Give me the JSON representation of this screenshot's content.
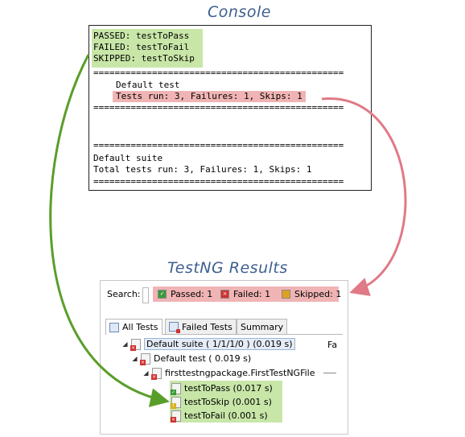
{
  "headings": {
    "console": "Console",
    "results": "TestNG Results"
  },
  "console": {
    "status_lines": [
      "PASSED: testToPass",
      "FAILED: testToFail",
      "SKIPPED: testToSkip"
    ],
    "separator": "===============================================",
    "default_test": "Default test",
    "tests_run": "Tests run: 3, Failures: 1, Skips: 1",
    "default_suite": "Default suite",
    "total_tests_run": "Total tests run: 3, Failures: 1, Skips: 1"
  },
  "results": {
    "search_label": "Search:",
    "summary": {
      "passed": "Passed: 1",
      "failed": "Failed: 1",
      "skipped": "Skipped: 1"
    },
    "tabs": [
      "All Tests",
      "Failed Tests",
      "Summary"
    ],
    "tree": {
      "suite": "Default suite ( 1/1/1/0 ) (0.019 s)",
      "suite_trailing": "Fa",
      "test": "Default test ( 0.019 s)",
      "class": "firsttestngpackage.FirstTestNGFile",
      "methods": [
        "testToPass  (0.017 s)",
        "testToSkip  (0.001 s)",
        "testToFail  (0.001 s)"
      ]
    }
  },
  "colors": {
    "highlight_green": "#c8e6a8",
    "highlight_red": "#f0b4b4",
    "arrow_green": "#5a9e2a",
    "arrow_red": "#e07a86",
    "heading": "#3f5f8f"
  }
}
